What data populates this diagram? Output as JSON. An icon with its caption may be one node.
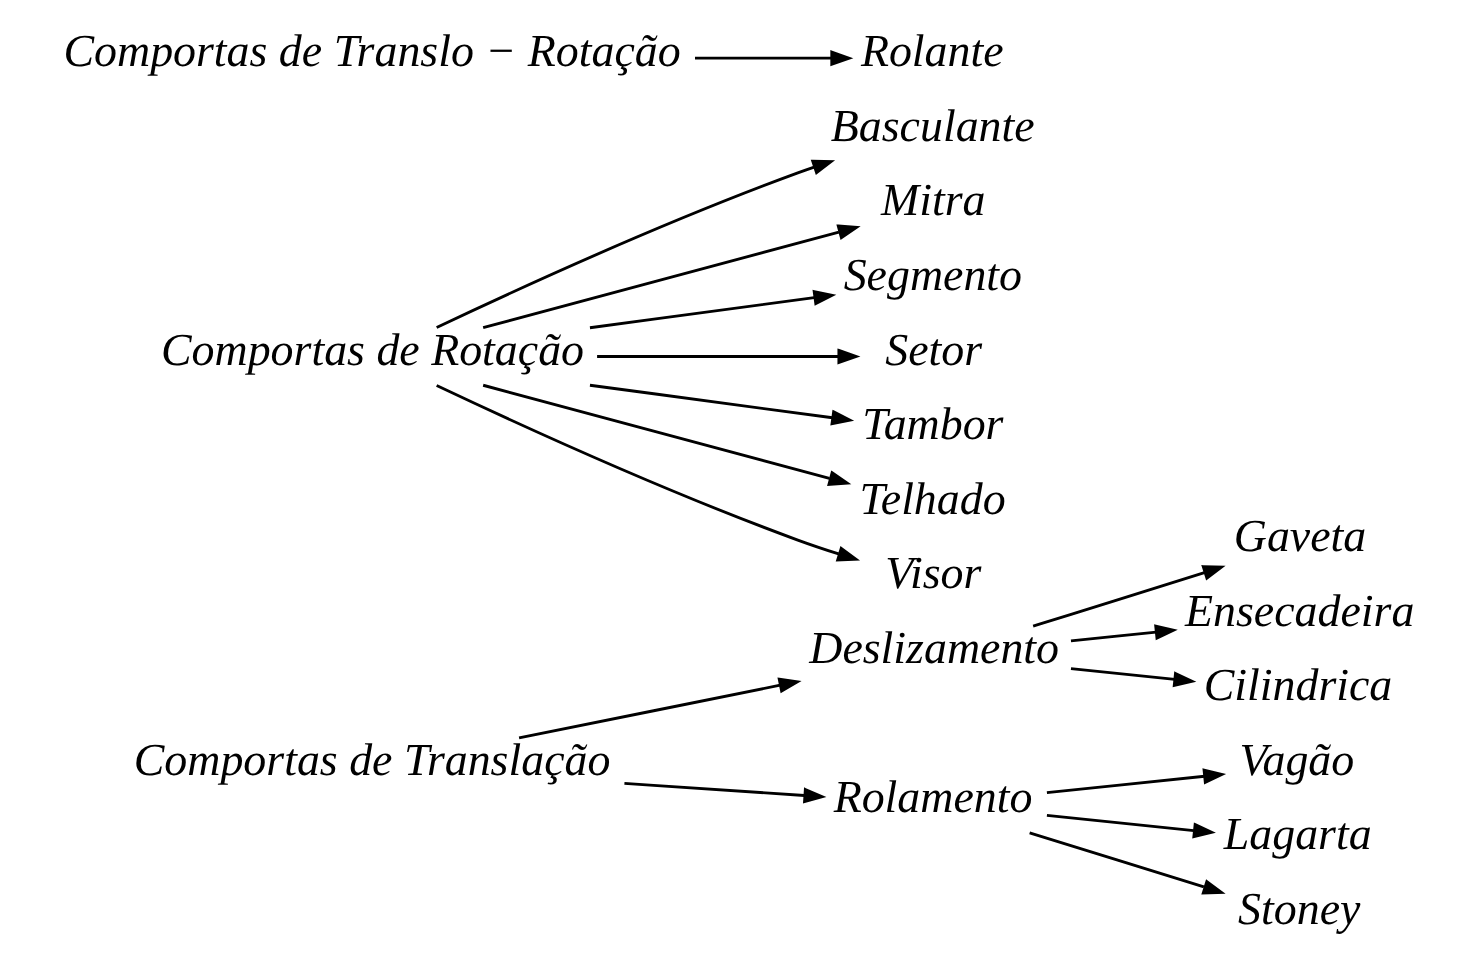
{
  "diagram": {
    "nodes": [
      {
        "text": [
          "Comportas de Translação"
        ]
      },
      {
        "text": [
          "Deslizamento"
        ]
      },
      {
        "text": [
          "Gaveta"
        ]
      },
      {
        "text": [
          "Ensecadeira"
        ]
      },
      {
        "text": [
          "Cilindrica"
        ]
      },
      {
        "text": [
          "Rolamento"
        ]
      },
      {
        "text": [
          "Vagão"
        ]
      },
      {
        "text": [
          "Lagarta"
        ]
      },
      {
        "text": [
          "Stoney"
        ]
      },
      {
        "text": [
          "Comportas de Rotação"
        ]
      },
      {
        "text": [
          "Basculante"
        ]
      },
      {
        "text": [
          "Mitra"
        ]
      },
      {
        "text": [
          "Segmento"
        ]
      },
      {
        "text": [
          "Setor"
        ]
      },
      {
        "text": [
          "Tambor"
        ]
      },
      {
        "text": [
          "Telhado"
        ]
      },
      {
        "text": [
          "Visor"
        ]
      },
      {
        "text": [
          "Comportas de Translo − Rotação"
        ]
      },
      {
        "text": [
          "Rolante"
        ]
      }
    ],
    "edges": [
      {
        "from": 0,
        "to": 1,
        "arrow": "to"
      },
      {
        "from": 0,
        "to": 5,
        "arrow": "to"
      },
      {
        "from": 1,
        "to": 2,
        "arrow": "to"
      },
      {
        "from": 1,
        "to": 3,
        "arrow": "to"
      },
      {
        "from": 1,
        "to": 4,
        "arrow": "to"
      },
      {
        "from": 5,
        "to": 6,
        "arrow": "to"
      },
      {
        "from": 5,
        "to": 7,
        "arrow": "to"
      },
      {
        "from": 5,
        "to": 8,
        "arrow": "to"
      },
      {
        "from": 9,
        "to": 10,
        "arrow": "to"
      },
      {
        "from": 9,
        "to": 11,
        "arrow": "to"
      },
      {
        "from": 9,
        "to": 12,
        "arrow": "to"
      },
      {
        "from": 9,
        "to": 13,
        "arrow": "to"
      },
      {
        "from": 9,
        "to": 14,
        "arrow": "to"
      },
      {
        "from": 9,
        "to": 15,
        "arrow": "to"
      },
      {
        "from": 9,
        "to": 16,
        "arrow": "to"
      },
      {
        "from": 17,
        "to": 18,
        "arrow": "to"
      }
    ]
  }
}
